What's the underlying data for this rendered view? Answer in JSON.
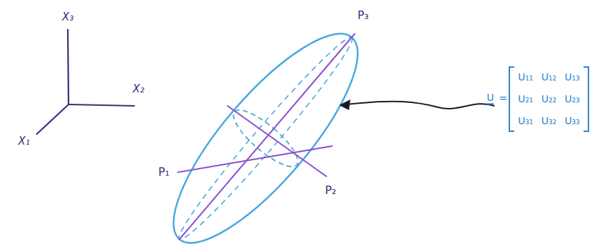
{
  "diagram": {
    "labels": [
      "X₃",
      "X₂",
      "X₁",
      "P₃",
      "P₁",
      "P₂",
      "U",
      "=",
      "U₁₁",
      "U₁₂",
      "U₁₃",
      "U₂₁",
      "U₂₂",
      "U₂₃",
      "U₃₁",
      "U₃₂",
      "U₃₃"
    ]
  }
}
